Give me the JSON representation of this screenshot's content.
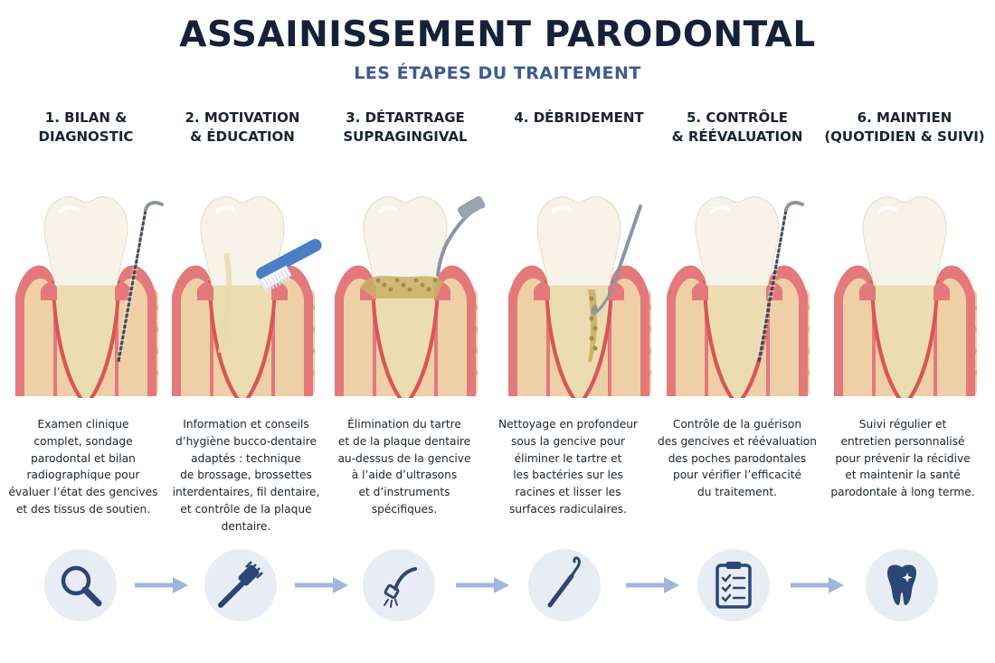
{
  "header": {
    "title": "ASSAINISSEMENT PARODONTAL",
    "subtitle": "LES ÉTAPES DU TRAITEMENT"
  },
  "colors": {
    "title": "#14213a",
    "subtitle": "#3d5a91",
    "gum": "#e3797a",
    "bone": "#efcfa6",
    "tooth": "#f7f3e8",
    "root": "#ecdcb2",
    "tartar": "#c9b06a",
    "icon": "#2c4675",
    "icon_bg": "#e8edf5",
    "arrow": "#9fb6dd"
  },
  "steps": [
    {
      "title": "1. BILAN &\nDIAGNOSTIC",
      "desc": "Examen clinique\ncomplet, sondage\nparodontal et bilan\nradiographique pour\névaluer l’état des gencives\net des tissus de soutien.",
      "icon": "magnifier-icon"
    },
    {
      "title": "2. MOTIVATION\n& ÉDUCATION",
      "desc": "Information et conseils\nd’hygiène bucco-dentaire\nadaptés : technique\nde brossage, brossettes\ninterdentaires, fil dentaire,\net contrôle de la plaque\ndentaire.",
      "icon": "toothbrush-icon"
    },
    {
      "title": "3. DÉTARTRAGE\nSUPRAGINGIVAL",
      "desc": "Élimination du tartre\net de la plaque dentaire\nau-dessus de la gencive\nà l’aide d’ultrasons\net d’instruments\nspécifiques.",
      "icon": "ultrasonic-scaler-icon"
    },
    {
      "title": "4. DÉBRIDEMENT",
      "desc": "Nettoyage en profondeur\nsous la gencive pour\néliminer le tartre et\nles bactéries sur les\nracines et lisser les\nsurfaces radiculaires.",
      "icon": "curette-icon"
    },
    {
      "title": "5. CONTRÔLE\n& RÉÉVALUATION",
      "desc": "Contrôle de la guérison\ndes gencives et réévaluation\ndes poches parodontales\npour vérifier l’efficacité\ndu traitement.",
      "icon": "clipboard-checklist-icon"
    },
    {
      "title": "6. MAINTIEN\n(QUOTIDIEN & SUIVI)",
      "desc": "Suivi régulier et\nentretien personnalisé\npour prévenir la récidive\net maintenir la santé\nparodontale à long terme.",
      "icon": "sparkling-tooth-icon"
    }
  ]
}
